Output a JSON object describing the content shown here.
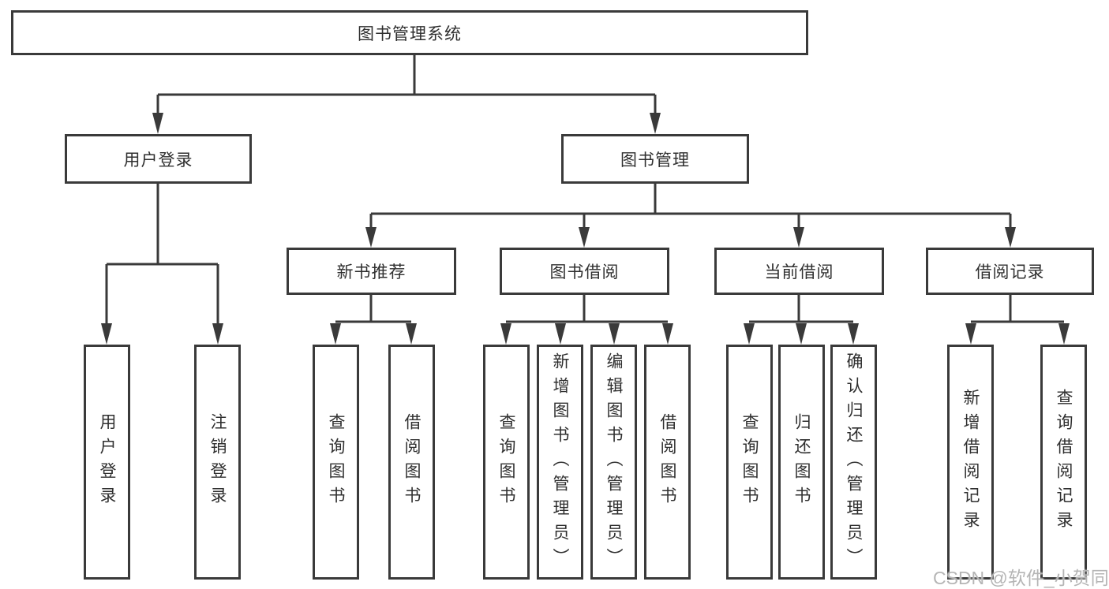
{
  "tree": {
    "label": "图书管理系统",
    "children": [
      {
        "label": "用户登录",
        "children": [
          {
            "label": "用户登录"
          },
          {
            "label": "注销登录"
          }
        ]
      },
      {
        "label": "图书管理",
        "children": [
          {
            "label": "新书推荐",
            "children": [
              {
                "label": "查询图书"
              },
              {
                "label": "借阅图书"
              }
            ]
          },
          {
            "label": "图书借阅",
            "children": [
              {
                "label": "查询图书"
              },
              {
                "label": "新增图书（管理员）"
              },
              {
                "label": "编辑图书（管理员）"
              },
              {
                "label": "借阅图书"
              }
            ]
          },
          {
            "label": "当前借阅",
            "children": [
              {
                "label": "查询图书"
              },
              {
                "label": "归还图书"
              },
              {
                "label": "确认归还（管理员）"
              }
            ]
          },
          {
            "label": "借阅记录",
            "children": [
              {
                "label": "新增借阅记录"
              },
              {
                "label": "查询借阅记录"
              }
            ]
          }
        ]
      }
    ]
  },
  "watermark": "CSDN @软件_小贺同学",
  "colors": {
    "line": "#3a3a3a",
    "box_border": "#3a3a3a",
    "text": "#2f2f2f",
    "background": "#ffffff",
    "watermark": "#b5b5b5"
  }
}
